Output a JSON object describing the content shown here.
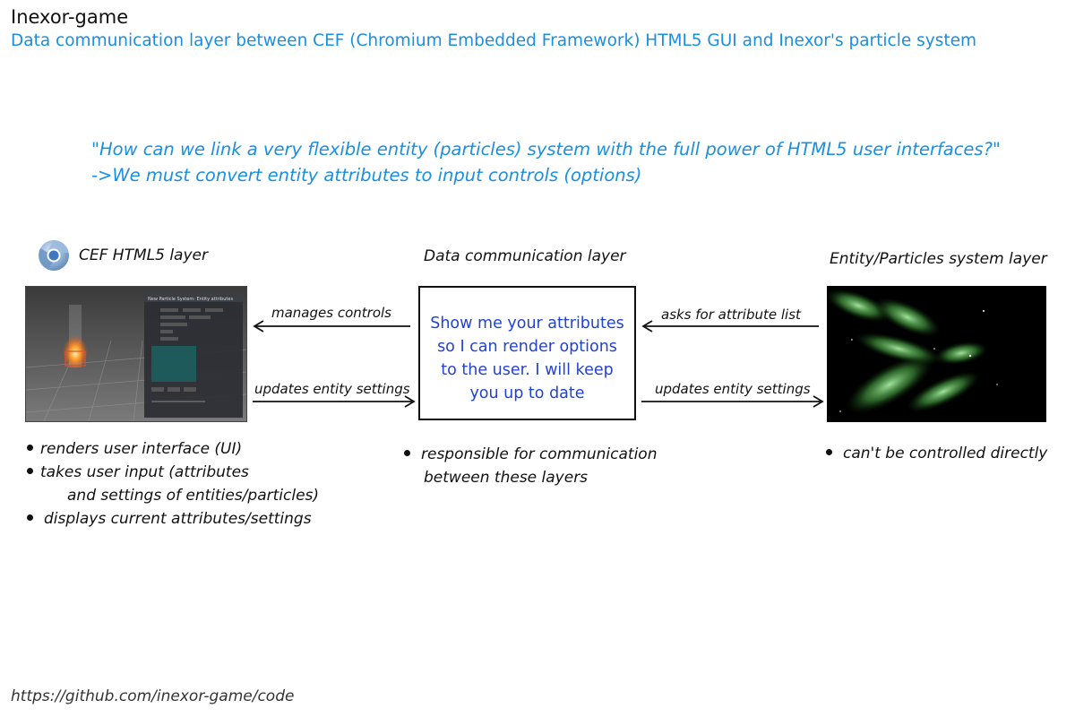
{
  "header": {
    "title": "Inexor-game",
    "subtitle": "Data communication layer between CEF (Chromium Embedded Framework) HTML5 GUI and Inexor's particle system"
  },
  "question": {
    "line1": "\"How can we link a very flexible entity (particles) system with the full power of HTML5 user interfaces?\"",
    "line2": "->We must convert entity attributes to input controls (options)"
  },
  "layers": {
    "cef": {
      "title": "CEF HTML5 layer",
      "icon": "chromium-logo-icon",
      "panel": {
        "title": "New Particle System: Entity attributes"
      },
      "bullets": [
        "renders user interface (UI)",
        "takes user input (attributes",
        "and settings of entities/particles)",
        "displays current attributes/settings"
      ]
    },
    "data": {
      "title": "Data communication layer",
      "box_text": "Show me your attributes\nso I can render options\nto the user. I will keep\nyou up to date",
      "bullets": [
        "responsible for communication",
        "between these layers"
      ]
    },
    "entity": {
      "title": "Entity/Particles system layer",
      "bullets": [
        "can't be controlled directly"
      ]
    }
  },
  "arrows": {
    "manages_controls": "manages controls",
    "updates_left": "updates entity settings",
    "asks_attributes": "asks for attribute list",
    "updates_right": "updates entity settings"
  },
  "footer": {
    "url": "https://github.com/inexor-game/code"
  },
  "colors": {
    "accent": "#1a8fe0",
    "box_text": "#2244cc"
  }
}
